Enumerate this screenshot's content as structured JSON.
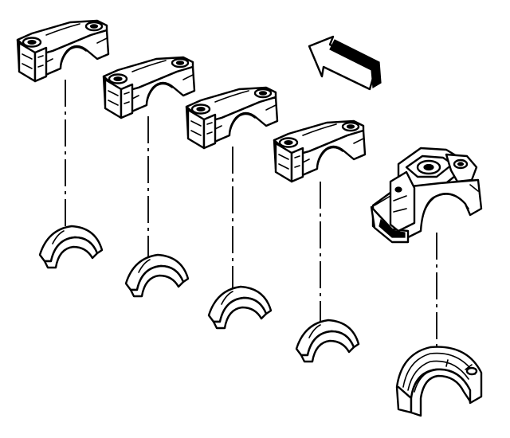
{
  "figure": {
    "background": "#ffffff",
    "ink": "#000000",
    "arrow_icon": "front-direction-arrow-icon",
    "caps": [
      {
        "id": "cap-1",
        "type": "main-bearing-cap"
      },
      {
        "id": "cap-2",
        "type": "main-bearing-cap"
      },
      {
        "id": "cap-3",
        "type": "main-bearing-cap"
      },
      {
        "id": "cap-4",
        "type": "main-bearing-cap"
      },
      {
        "id": "cap-5",
        "type": "rear-main-bearing-cap-with-thrust"
      }
    ],
    "shells": [
      {
        "id": "shell-1",
        "type": "bearing-insert"
      },
      {
        "id": "shell-2",
        "type": "bearing-insert"
      },
      {
        "id": "shell-3",
        "type": "bearing-insert"
      },
      {
        "id": "shell-4",
        "type": "bearing-insert"
      },
      {
        "id": "shell-5",
        "type": "thrust-bearing-insert"
      }
    ]
  }
}
